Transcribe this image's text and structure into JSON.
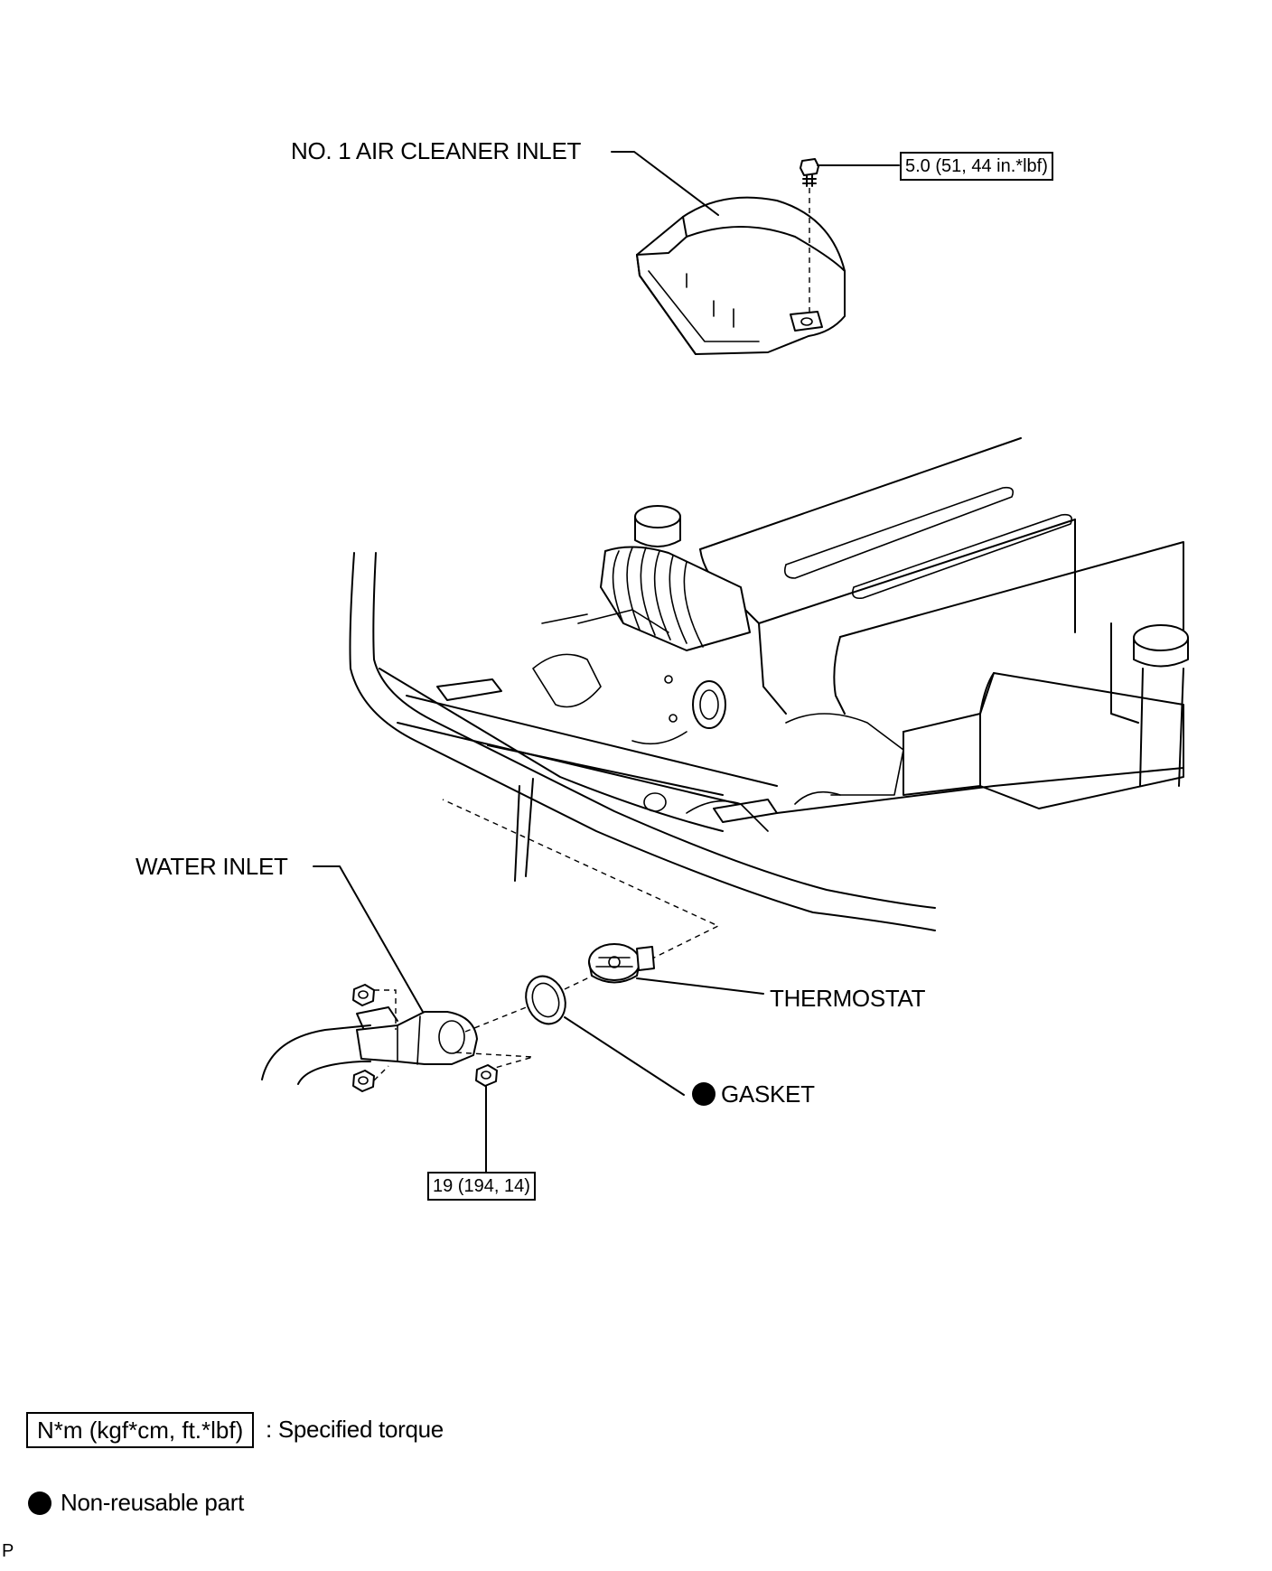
{
  "labels": {
    "air_cleaner_inlet": "NO. 1 AIR CLEANER INLET",
    "water_inlet": "WATER INLET",
    "thermostat": "THERMOSTAT",
    "gasket": "GASKET"
  },
  "torque": {
    "air_cleaner_bolt": "5.0 (51, 44 in.*lbf)",
    "water_inlet_nut": "19 (194, 14)"
  },
  "legend": {
    "torque_unit": "N*m (kgf*cm, ft.*lbf)",
    "torque_desc": ": Specified torque",
    "non_reusable": "Non-reusable part"
  },
  "corner_mark": "P",
  "icons": {
    "non_reusable_marker": "filled-circle-icon"
  }
}
